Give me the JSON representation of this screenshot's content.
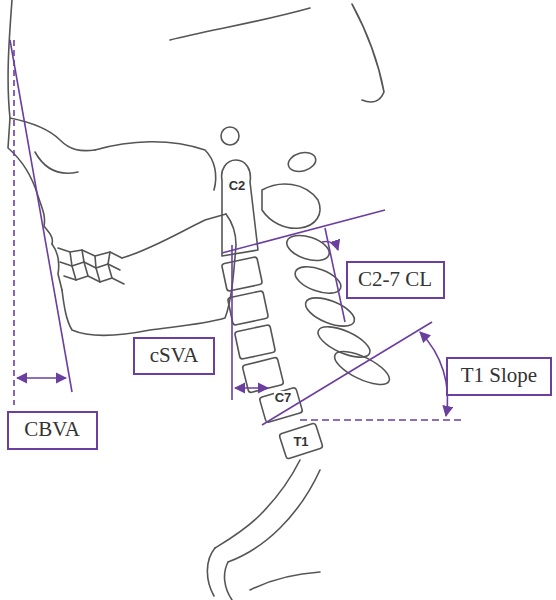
{
  "diagram": {
    "nodes": [
      {
        "text": [
          "C2-7 CL"
        ]
      },
      {
        "text": [
          "cSVA"
        ]
      },
      {
        "text": [
          "T1 Slope"
        ]
      },
      {
        "text": [
          "CBVA"
        ]
      }
    ],
    "labels": [
      "C2",
      "C7",
      "T1"
    ]
  }
}
